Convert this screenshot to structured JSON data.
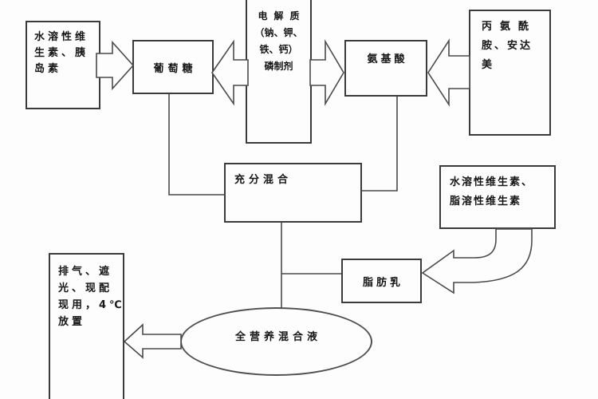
{
  "colors": {
    "background": "#fdfdfd",
    "box_border": "#3b3b3b",
    "connector": "#4a4a4a",
    "text": "#161616"
  },
  "nodes": {
    "water_vitamins_insulin": {
      "lines": [
        "水溶性维",
        "生素、胰",
        "岛素"
      ]
    },
    "glucose": {
      "label": "葡萄糖"
    },
    "electrolytes": {
      "lines": [
        "电解质",
        "（钠、钾、",
        "铁、钙）",
        "磷制剂"
      ]
    },
    "amino_acid": {
      "label": "氨基酸"
    },
    "alanyl_addamel": {
      "lines": [
        "丙氨酰",
        "胺、安达",
        "美"
      ]
    },
    "mix": {
      "label": "充分混合"
    },
    "vitamins_mix": {
      "lines": [
        "水溶性维生素、",
        "脂溶性维生素"
      ]
    },
    "fat_emulsion": {
      "label": "脂肪乳"
    },
    "storage": {
      "lines": [
        "排气、遮",
        "光、现配",
        "现用，4℃",
        "放置"
      ]
    },
    "tna": {
      "label": "全营养混合液"
    }
  }
}
